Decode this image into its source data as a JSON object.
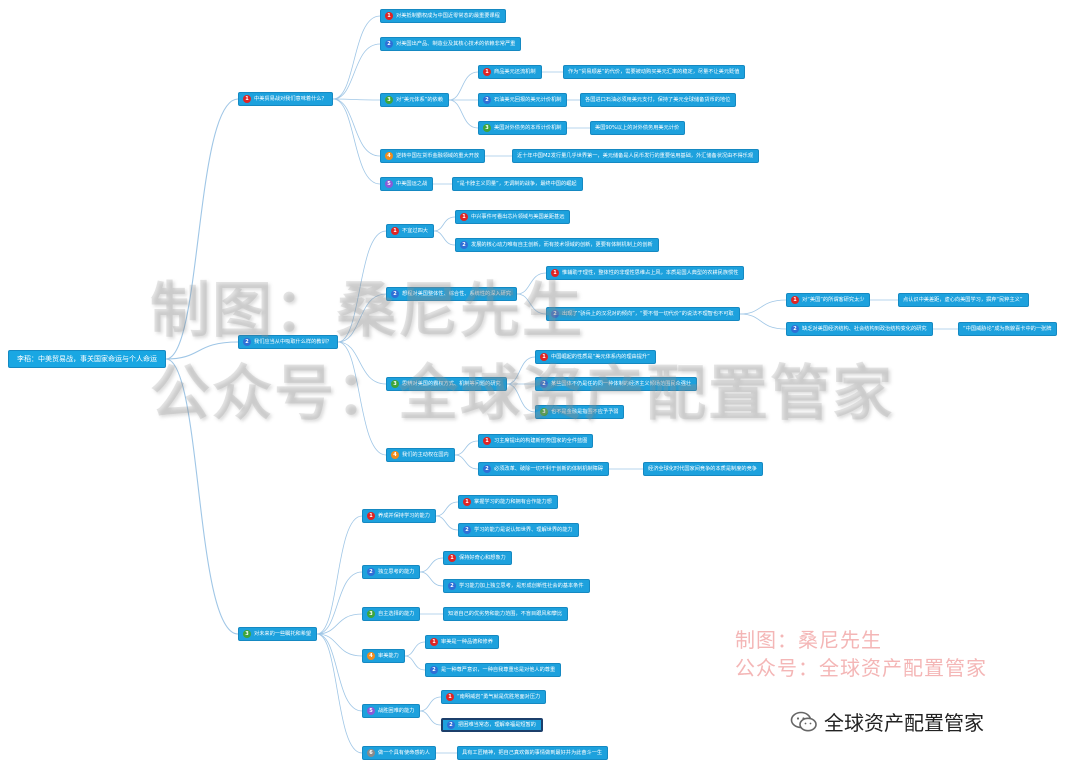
{
  "root": "李稻：中美贸易战，事关国家命运与个人命运",
  "nodes": {
    "b1": "中美贸易战对我们意味着什么？",
    "b1c1": "对美抵制霸权成为中国近零常态的最重要课程",
    "b1c2": "对美国出产品、制造业及其核心技术的依赖非常严重",
    "b1c3": "对“美元体系”的依赖",
    "b1c3a": "商品美元还流机制",
    "b1c3a1": "作为“贸易顺差”的代价，需要被动购买美元汇率的稳定，尽量不让美元贬值",
    "b1c3b": "石油美元回报的美元计价机制",
    "b1c3b1": "各国进口石油必须用美元支付，保持了美元全球储备货币的地位",
    "b1c3c": "美国对外债务的本币计价机制",
    "b1c3c1": "美国90%以上的对外债务用美元计价",
    "b1c4": "逆转中国在货币金融领域的重大开放",
    "b1c4a": "近十年中国M2发行量几乎世界第一，美元储备是人民币发行的重要信用基础，外汇储备状况由不得乐观",
    "b1c5": "中美国运之战",
    "b1c5a": "“是卡脖主义同量”，无调制的战争，最终中国的崛起",
    "b2": "我们应当从中吸取什么样的教训？",
    "b2c1": "不宜过四大",
    "b2c1a": "中兴事件可看出芯片领域与美国差距甚远",
    "b2c1b": "发展的核心动力唯有自主创新，而有技术领域的创新，更要有体制机制上的创新",
    "b2c2": "想程对美国整体性、综合性、系统性的深入研究",
    "b2c2a": "惟辅助于理性，整体性的非理性思维占上风，本质是国人典型的农耕民族惯性",
    "b2c2b": "出现了“骄兵上的汉况对的倾向”，“要不惜一切代价”的说法不理智也不可取",
    "b2c2b1": "对“美国”的所谓客研究太少",
    "b2c2b1a": "点认识中美差距，虚心向美国学习，摒弃“民粹主义”",
    "b2c2b2": "缺乏对美国经济结构、社会结构到政治结构变化的研究",
    "b2c2b2a": "“中国威胁论”成为熊貌喜卡中的一张牌",
    "b2c3": "思辨对美国的霸权方式、机制等问题的研究",
    "b2c3a": "中国崛起的性质是“美元体系内的理由提升”",
    "b2c3b": "某些国体不仍是任的同一种体制的经济主义倾场范围民众强壮",
    "b2c3c": "也不是金融是指围不应予予弱",
    "b2c4": "我们的主动权在国内",
    "b2c4a": "习主席提出的构建新形势国家的全件蓝图",
    "b2c4b": "必须改革、破除一切不利于创新的体制机制障碍",
    "b2c4b1": "经济全球化时代国家间竞争的本质是制度的竞争",
    "b3": "对未来的一些瞩托和希望",
    "b3c1": "养成并保持学习的能力",
    "b3c1a": "掌握学习的能力和拥有合作能力想",
    "b3c1b": "学习的能力是说认知世界、理解世界的能力",
    "b3c2": "独立思考的能力",
    "b3c2a": "保持好奇心和想象力",
    "b3c2b": "学习能力加上独立思考，是形成创新性社会的基本条件",
    "b3c3": "自主选择的能力",
    "b3c3a": "知道自己的优劣势和能力范围，不盲目跟风和攀比",
    "b3c4": "审美能力",
    "b3c4a": "审美是一种品德和修养",
    "b3c4b": "是一种尊严意识，一种自我尊重也是对他人的尊重",
    "b3c5": "战胜困难的能力",
    "b3c5a": "“南明威岩”勇气就是优胜地面对压力",
    "b3c5b": "把困难当常态，理解幸福是短暂的",
    "b3c6": "做一个具有使命感的人",
    "b3c6a": "具有工匠精神，把自己真欢做的事情做到最好并为此奋斗一生"
  },
  "watermarks": {
    "big_line1": "制图：桑尼先生",
    "big_line2": "公众号：全球资产配置管家",
    "small_line1": "制图：桑尼先生",
    "small_line2": "公众号：全球资产配置管家"
  },
  "footer": {
    "brand": "全球资产配置管家",
    "icon": "wechat-icon"
  },
  "colors": {
    "node": "#1da1dd",
    "link": "#9fc6e6",
    "badge_red": "#e02424",
    "badge_blue": "#2f6fd6",
    "badge_green": "#3fa53a",
    "badge_orange": "#f08c1e",
    "badge_purple": "#8a5bd6",
    "badge_gray": "#8a8a8a"
  },
  "badges": {
    "b1": "1",
    "b1c1": "1",
    "b1c2": "2",
    "b1c3": "3",
    "b1c3a": "1",
    "b1c3b": "2",
    "b1c3c": "3",
    "b1c4": "4",
    "b1c5": "5",
    "b2": "2",
    "b2c1": "1",
    "b2c1a": "1",
    "b2c1b": "2",
    "b2c2": "2",
    "b2c2a": "1",
    "b2c2b": "2",
    "b2c2b1": "1",
    "b2c2b2": "2",
    "b2c3": "3",
    "b2c3a": "1",
    "b2c3b": "2",
    "b2c3c": "3",
    "b2c4": "4",
    "b2c4a": "1",
    "b2c4b": "2",
    "b3": "3",
    "b3c1": "1",
    "b3c1a": "1",
    "b3c1b": "2",
    "b3c2": "2",
    "b3c2a": "1",
    "b3c2b": "2",
    "b3c3": "3",
    "b3c4": "4",
    "b3c4a": "1",
    "b3c4b": "2",
    "b3c5": "5",
    "b3c5a": "1",
    "b3c5b": "2",
    "b3c6": "6"
  }
}
